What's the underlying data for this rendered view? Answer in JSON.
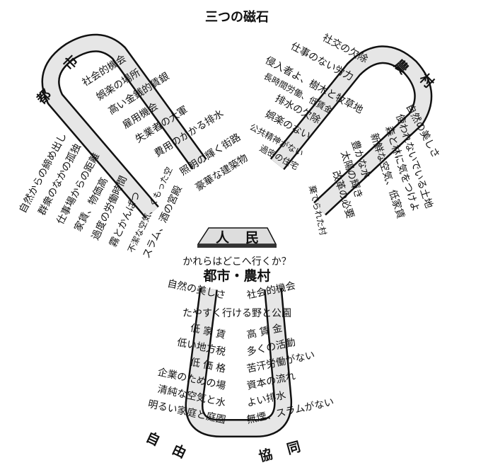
{
  "title": "三つの磁石",
  "town": {
    "label_1": "都",
    "label_2": "市",
    "phrases": [
      "社会的機会",
      "娯楽の場所",
      "高い金銭的賃銀",
      "雇用機会",
      "失業者の大軍",
      "費用のかかる排水",
      "照明の輝く街路",
      "豪華な建築物",
      "自然からの締め出し",
      "群衆のなかの孤独",
      "仕事場からの距離",
      "家賃、物価高",
      "過度の労働時間",
      "霧とかんばつ",
      "不潔な空気、くもった空",
      "スラム、酒の宮殿"
    ]
  },
  "country": {
    "label_1": "農",
    "label_2": "村",
    "phrases": [
      "社交の欠除",
      "仕事のない労力",
      "侵入者よ、樹木と牧草地",
      "長時間労働、低賃金",
      "排水の欠除",
      "娯楽のない",
      "公共精神がない",
      "過密の住宅",
      "自然の美しさ",
      "使われないでいる土地",
      "森と林に気をつけよ",
      "新鮮な空気、低家賃",
      "豊かな水",
      "太陽の輝き",
      "改革の必要",
      "棄てられた村"
    ]
  },
  "people": {
    "label_1": "人",
    "label_2": "民",
    "question": "かれらはどこへ行くか？"
  },
  "town_country": {
    "label": "都市・農村",
    "phrases": [
      "自然の美しさ",
      "社会的機会",
      "たやすく行ける野と公園",
      "低 家 賃",
      "高 賃 金",
      "低い地方税",
      "多くの活動",
      "低 価 格",
      "苦汗労働がない",
      "企業のための場",
      "資本の流れ",
      "清純な空気と水",
      "よい排水",
      "明るい家庭と庭園",
      "無煙、スラムがない"
    ],
    "footer_1": "自由",
    "footer_2": "協同"
  }
}
